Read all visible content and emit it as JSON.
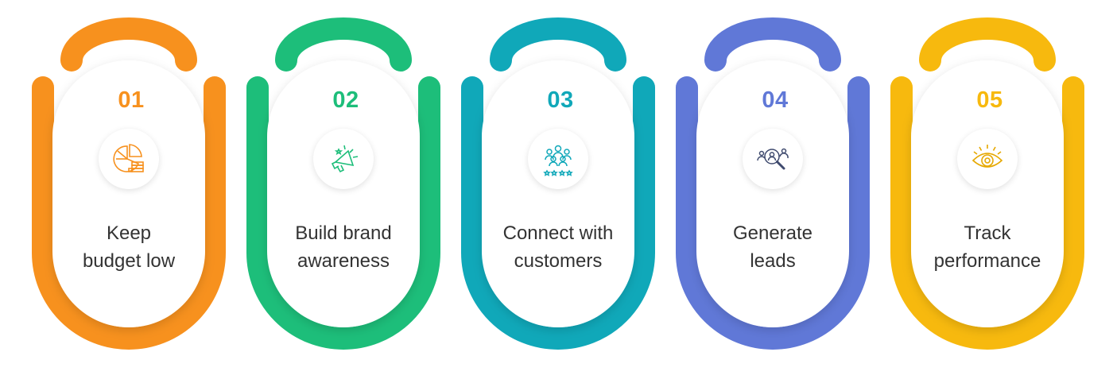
{
  "steps": [
    {
      "number": "01",
      "label_line1": "Keep",
      "label_line2": "budget low",
      "color": "#F7911E",
      "icon": "pie-chart-coins-icon"
    },
    {
      "number": "02",
      "label_line1": "Build brand",
      "label_line2": "awareness",
      "color": "#1DBE7A",
      "icon": "megaphone-icon"
    },
    {
      "number": "03",
      "label_line1": "Connect with",
      "label_line2": "customers",
      "color": "#10A8B9",
      "icon": "customers-rating-icon"
    },
    {
      "number": "04",
      "label_line1": "Generate",
      "label_line2": "leads",
      "color": "#6078D7",
      "icon": "lead-search-icon"
    },
    {
      "number": "05",
      "label_line1": "Track",
      "label_line2": "performance",
      "color": "#F7B90E",
      "icon": "eye-icon"
    }
  ]
}
